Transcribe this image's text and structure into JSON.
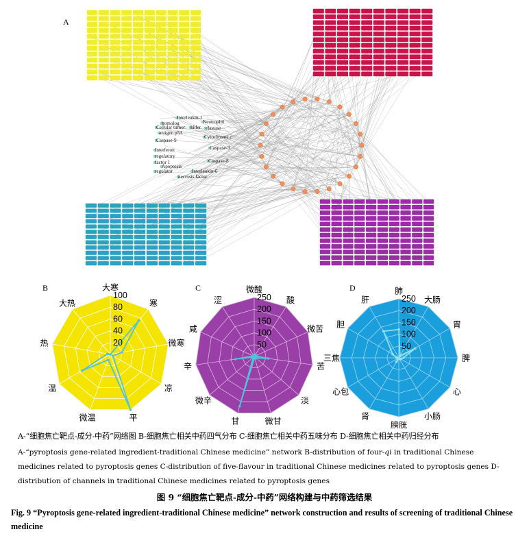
{
  "panels": {
    "a": "A",
    "b": "B",
    "c": "C",
    "d": "D"
  },
  "network": {
    "colors": {
      "yellow": "#f2ec2e",
      "red": "#c8144a",
      "cyan": "#2aa3c2",
      "purple": "#9a2ca6",
      "edge": "#9a9a9a",
      "node": "#f08f5a",
      "target": "#8fd7c0"
    },
    "targets": [
      {
        "label": "Interleukin-1"
      },
      {
        "label": "Neutrophil"
      },
      {
        "label": "homolog"
      },
      {
        "label": "Cellular tumor"
      },
      {
        "label": "killer"
      },
      {
        "label": "elastase"
      },
      {
        "label": "antigen p53"
      },
      {
        "label": "Caspase-9"
      },
      {
        "label": "Cytochrome c"
      },
      {
        "label": "Caspase-3"
      },
      {
        "label": "Interferon"
      },
      {
        "label": "regulatory"
      },
      {
        "label": "factor 1"
      },
      {
        "label": "Caspase-8"
      },
      {
        "label": "Apoptosis"
      },
      {
        "label": "regulator"
      },
      {
        "label": "Interleukin-6"
      },
      {
        "label": "necrosis factor"
      }
    ]
  },
  "chart_data": [
    {
      "panel": "B",
      "type": "radar",
      "categories": [
        "大寒",
        "寒",
        "微寒",
        "凉",
        "平",
        "微温",
        "温",
        "热",
        "大热"
      ],
      "values": [
        0,
        75,
        20,
        5,
        100,
        10,
        55,
        5,
        0
      ],
      "rlim": [
        0,
        100
      ],
      "ticks": [
        "20",
        "40",
        "60",
        "80",
        "100"
      ],
      "fill": "#f5e400",
      "line": "#4fc3d9",
      "grid": "#ffffff"
    },
    {
      "panel": "C",
      "type": "radar",
      "categories": [
        "微酸",
        "酸",
        "微苦",
        "苦",
        "淡",
        "微甘",
        "甘",
        "微辛",
        "辛",
        "咸",
        "涩"
      ],
      "values": [
        5,
        10,
        5,
        60,
        10,
        5,
        220,
        5,
        80,
        5,
        5
      ],
      "rlim": [
        0,
        250
      ],
      "ticks": [
        "50",
        "100",
        "150",
        "200",
        "250"
      ],
      "fill": "#9a3ea8",
      "line": "#4fc3d9",
      "grid": "#d8b8e0"
    },
    {
      "panel": "D",
      "type": "radar",
      "categories": [
        "肺",
        "大肠",
        "胃",
        "脾",
        "心",
        "小肠",
        "膀胱",
        "肾",
        "心包",
        "三焦",
        "胆",
        "肝"
      ],
      "values": [
        120,
        10,
        80,
        20,
        10,
        5,
        5,
        20,
        5,
        10,
        30,
        130
      ],
      "rlim": [
        0,
        250
      ],
      "ticks": [
        "50",
        "100",
        "150",
        "200",
        "250"
      ],
      "fill": "#1b9fdc",
      "line": "#8ee2e8",
      "grid": "#9fd5f2"
    }
  ],
  "caption": {
    "cn": "A-“细胞焦亡靶点-成分-中药”网络图  B-细胞焦亡相关中药四气分布  C-细胞焦亡相关中药五味分布  D-细胞焦亡相关中药归经分布",
    "en_1": "A-“pyroptosis gene-related ingredient-traditional Chinese medicine” network  B-distribution of four-",
    "en_qi": "qi",
    "en_2": " in traditional Chinese medicines related to pyroptosis genes  C-distribution of five-flavour in traditional Chinese medicines related to pyroptosis genes  D-distribution of channels in traditional Chinese medicines related to pyroptosis genes"
  },
  "figure_title": {
    "cn": "图 9  “细胞焦亡靶点-成分-中药”网络构建与中药筛选结果",
    "en": "Fig. 9  “Pyroptosis gene-related ingredient-traditional Chinese medicine” network construction and results of screening of traditional Chinese medicine"
  }
}
